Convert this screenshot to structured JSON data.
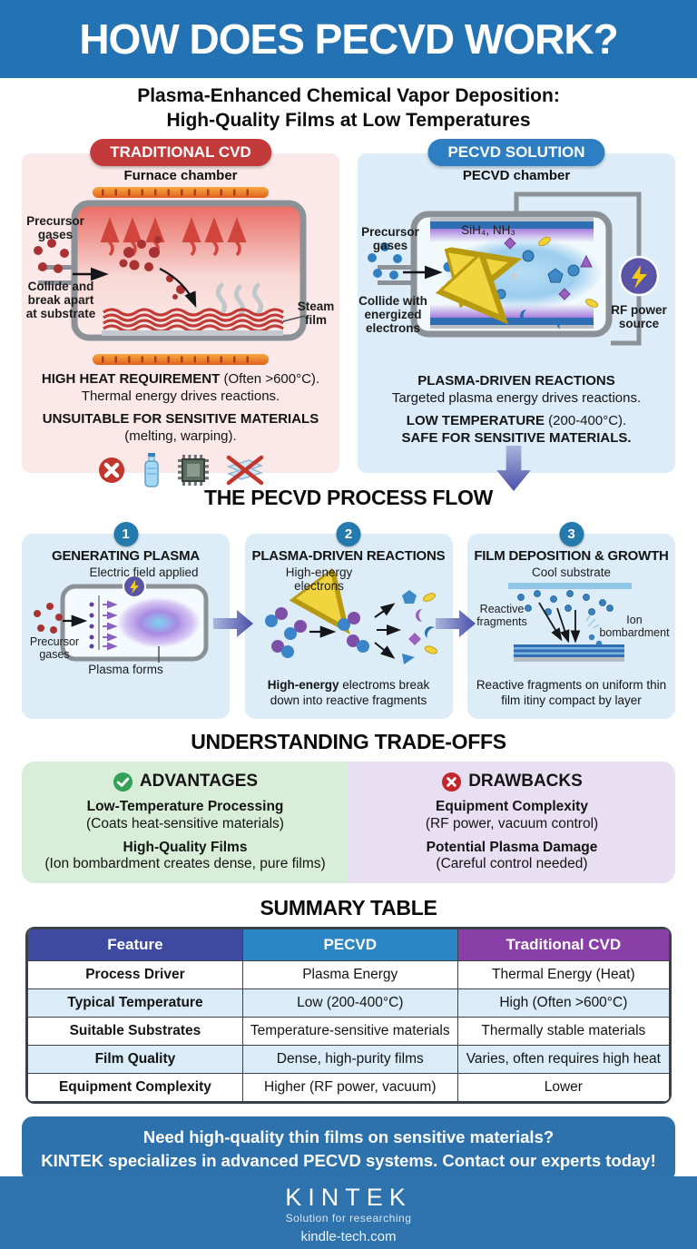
{
  "page": {
    "title": "HOW DOES PECVD WORK?"
  },
  "subtitle": {
    "line1": "Plasma-Enhanced Chemical Vapor Deposition:",
    "line2": "High-Quality Films at Low Temperatures"
  },
  "traditional": {
    "badge": "TRADITIONAL CVD",
    "chamber_title": "Furnace chamber",
    "label_precursor": "Precursor gases",
    "label_collide": "Collide and break apart at substrate",
    "label_steam": "Steam film",
    "point1_bold": "HIGH HEAT REQUIREMENT",
    "point1_rest": " (Often >600°C).",
    "point1_sub": "Thermal energy drives reactions.",
    "point2_bold": "UNSUITABLE FOR SENSITIVE MATERIALS",
    "point2_sub": "(melting, warping).",
    "icons": [
      "prohibited-icon",
      "water-bottle-icon",
      "microchip-icon",
      "crossed-film-icon"
    ]
  },
  "pecvd": {
    "badge": "PECVD SOLUTION",
    "chamber_title": "PECVD chamber",
    "label_precursor": "Precursor gases",
    "label_collide": "Collide with energized electrons",
    "label_gases": "SiH₄, NH₃",
    "label_rf": "RF power source",
    "point1_bold": "PLASMA-DRIVEN REACTIONS",
    "point1_sub": "Targeted plasma energy drives reactions.",
    "point2_bold": "LOW TEMPERATURE",
    "point2_rest": " (200-400°C).",
    "point3_bold": "SAFE FOR SENSITIVE MATERIALS."
  },
  "process": {
    "heading": "THE PECVD PROCESS FLOW",
    "steps": [
      {
        "num": "1",
        "title": "GENERATING PLASMA",
        "label_top": "Electric field applied",
        "label_left": "Precursor gases",
        "label_bottom": "Plasma forms"
      },
      {
        "num": "2",
        "title": "PLASMA-DRIVEN REACTIONS",
        "label_top": "High-energy electrons",
        "caption_bold": "High-energy",
        "caption_rest": " electroms break down into reactive fragments"
      },
      {
        "num": "3",
        "title": "FILM DEPOSITION & GROWTH",
        "label_top": "Cool substrate",
        "label_left": "Reactive fragments",
        "label_right": "Ion bombardment",
        "caption": "Reactive fragments on uniform thin film itiny compact by layer"
      }
    ]
  },
  "tradeoffs": {
    "heading": "UNDERSTANDING TRADE-OFFS",
    "advantages": {
      "title": "ADVANTAGES",
      "items": [
        {
          "bold": "Low-Temperature Processing",
          "sub": "(Coats heat-sensitive materials)"
        },
        {
          "bold": "High-Quality Films",
          "sub": "(Ion bombardment creates dense, pure films)"
        }
      ]
    },
    "drawbacks": {
      "title": "DRAWBACKS",
      "items": [
        {
          "bold": "Equipment Complexity",
          "sub": "(RF power, vacuum control)"
        },
        {
          "bold": "Potential Plasma Damage",
          "sub": "(Careful control needed)"
        }
      ]
    }
  },
  "summary_table": {
    "heading": "SUMMARY TABLE",
    "columns": [
      "Feature",
      "PECVD",
      "Traditional CVD"
    ],
    "rows": [
      [
        "Process Driver",
        "Plasma Energy",
        "Thermal Energy (Heat)"
      ],
      [
        "Typical Temperature",
        "Low (200-400°C)",
        "High (Often >600°C)"
      ],
      [
        "Suitable Substrates",
        "Temperature-sensitive materials",
        "Thermally stable materials"
      ],
      [
        "Film Quality",
        "Dense, high-purity films",
        "Varies, often requires high heat"
      ],
      [
        "Equipment Complexity",
        "Higher (RF power, vacuum)",
        "Lower"
      ]
    ]
  },
  "cta": {
    "line1": "Need high-quality thin films on sensitive materials?",
    "line2": "KINTEK specializes in advanced PECVD systems. Contact our experts today!"
  },
  "footer": {
    "logo": "KINTEK",
    "tagline": "Solution for researching",
    "url": "kindle-tech.com"
  },
  "colors": {
    "header_blue": "#2272b4",
    "traditional_red": "#c23a3a",
    "pecvd_blue": "#2d7ec2",
    "advantages_green": "#35a158",
    "drawbacks_red": "#c4262e",
    "table_feature_header": "#3e4a9f",
    "table_pecvd_header": "#2b86c3",
    "table_traditional_header": "#8a3fa8",
    "cta_blue": "#2d72ad",
    "footer_blue": "#2e73ae"
  }
}
